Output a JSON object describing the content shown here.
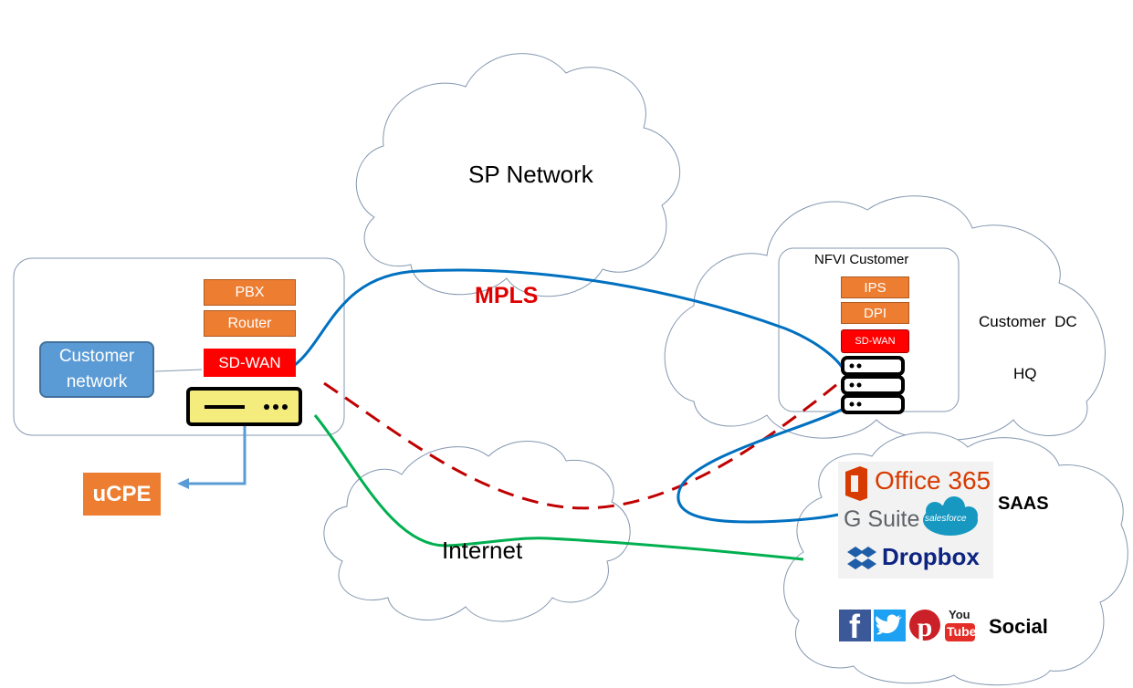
{
  "clouds": {
    "sp_network": "SP Network",
    "internet": "Internet",
    "customer_dc": "Customer  DC",
    "hq": "HQ"
  },
  "branch": {
    "pbx": "PBX",
    "router": "Router",
    "sdwan": "SD-WAN",
    "customer_network": "Customer network"
  },
  "ucpe": {
    "label": "uCPE"
  },
  "links": {
    "mpls": "MPLS"
  },
  "nfvi": {
    "title": "NFVI Customer",
    "ips": "IPS",
    "dpi": "DPI",
    "sdwan": "SD-WAN"
  },
  "saas": {
    "label": "SAAS",
    "office": "Office 365",
    "gsuite": "G Suite",
    "salesforce": "salesforce",
    "dropbox": "Dropbox"
  },
  "social": {
    "label": "Social",
    "facebook": "f",
    "youtube_top": "You",
    "youtube_bottom": "Tube"
  },
  "colors": {
    "orange": "#ed7d31",
    "red": "#ff0000",
    "mpls_line": "#0070c0",
    "internet_line": "#00b050",
    "backup_line": "#c00000",
    "cloud_outline": "#8497b0",
    "customer_network_fill": "#5b9bd5",
    "device_fill": "#f4ec7d",
    "mpls_text": "#e00000"
  }
}
